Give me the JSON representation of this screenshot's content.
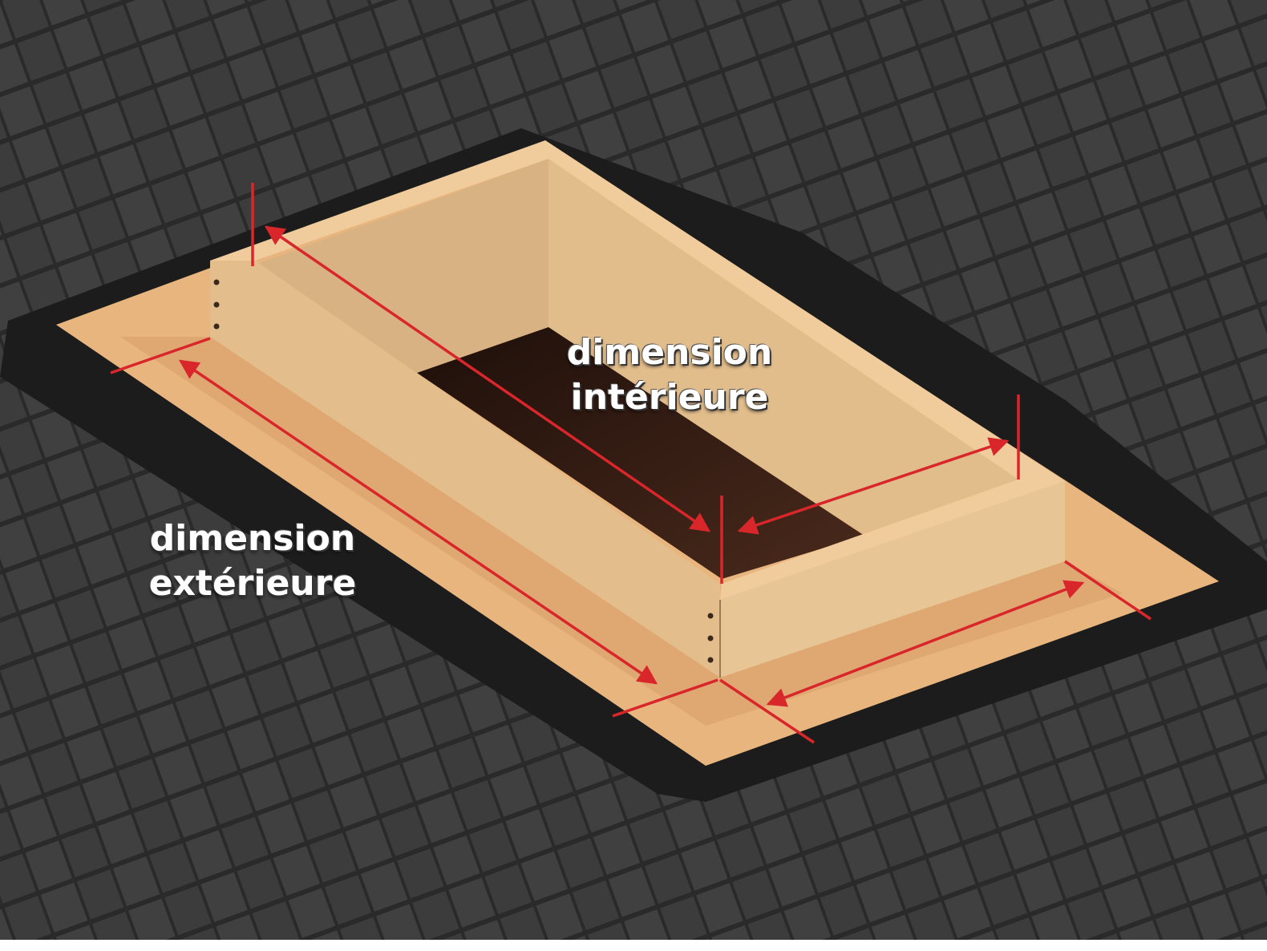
{
  "labels": {
    "interior": {
      "line1": "dimension",
      "line2": "intérieure"
    },
    "exterior": {
      "line1": "dimension",
      "line2": "extérieure"
    }
  },
  "colors": {
    "roof": "#2f2f2f",
    "shingle": "#3a3a3a",
    "underlayment": "#1c1c1c",
    "plywood": "#e9b57e",
    "wood": "#e7c291",
    "hole": "#3a1f14",
    "arrow": "#d9262b"
  }
}
